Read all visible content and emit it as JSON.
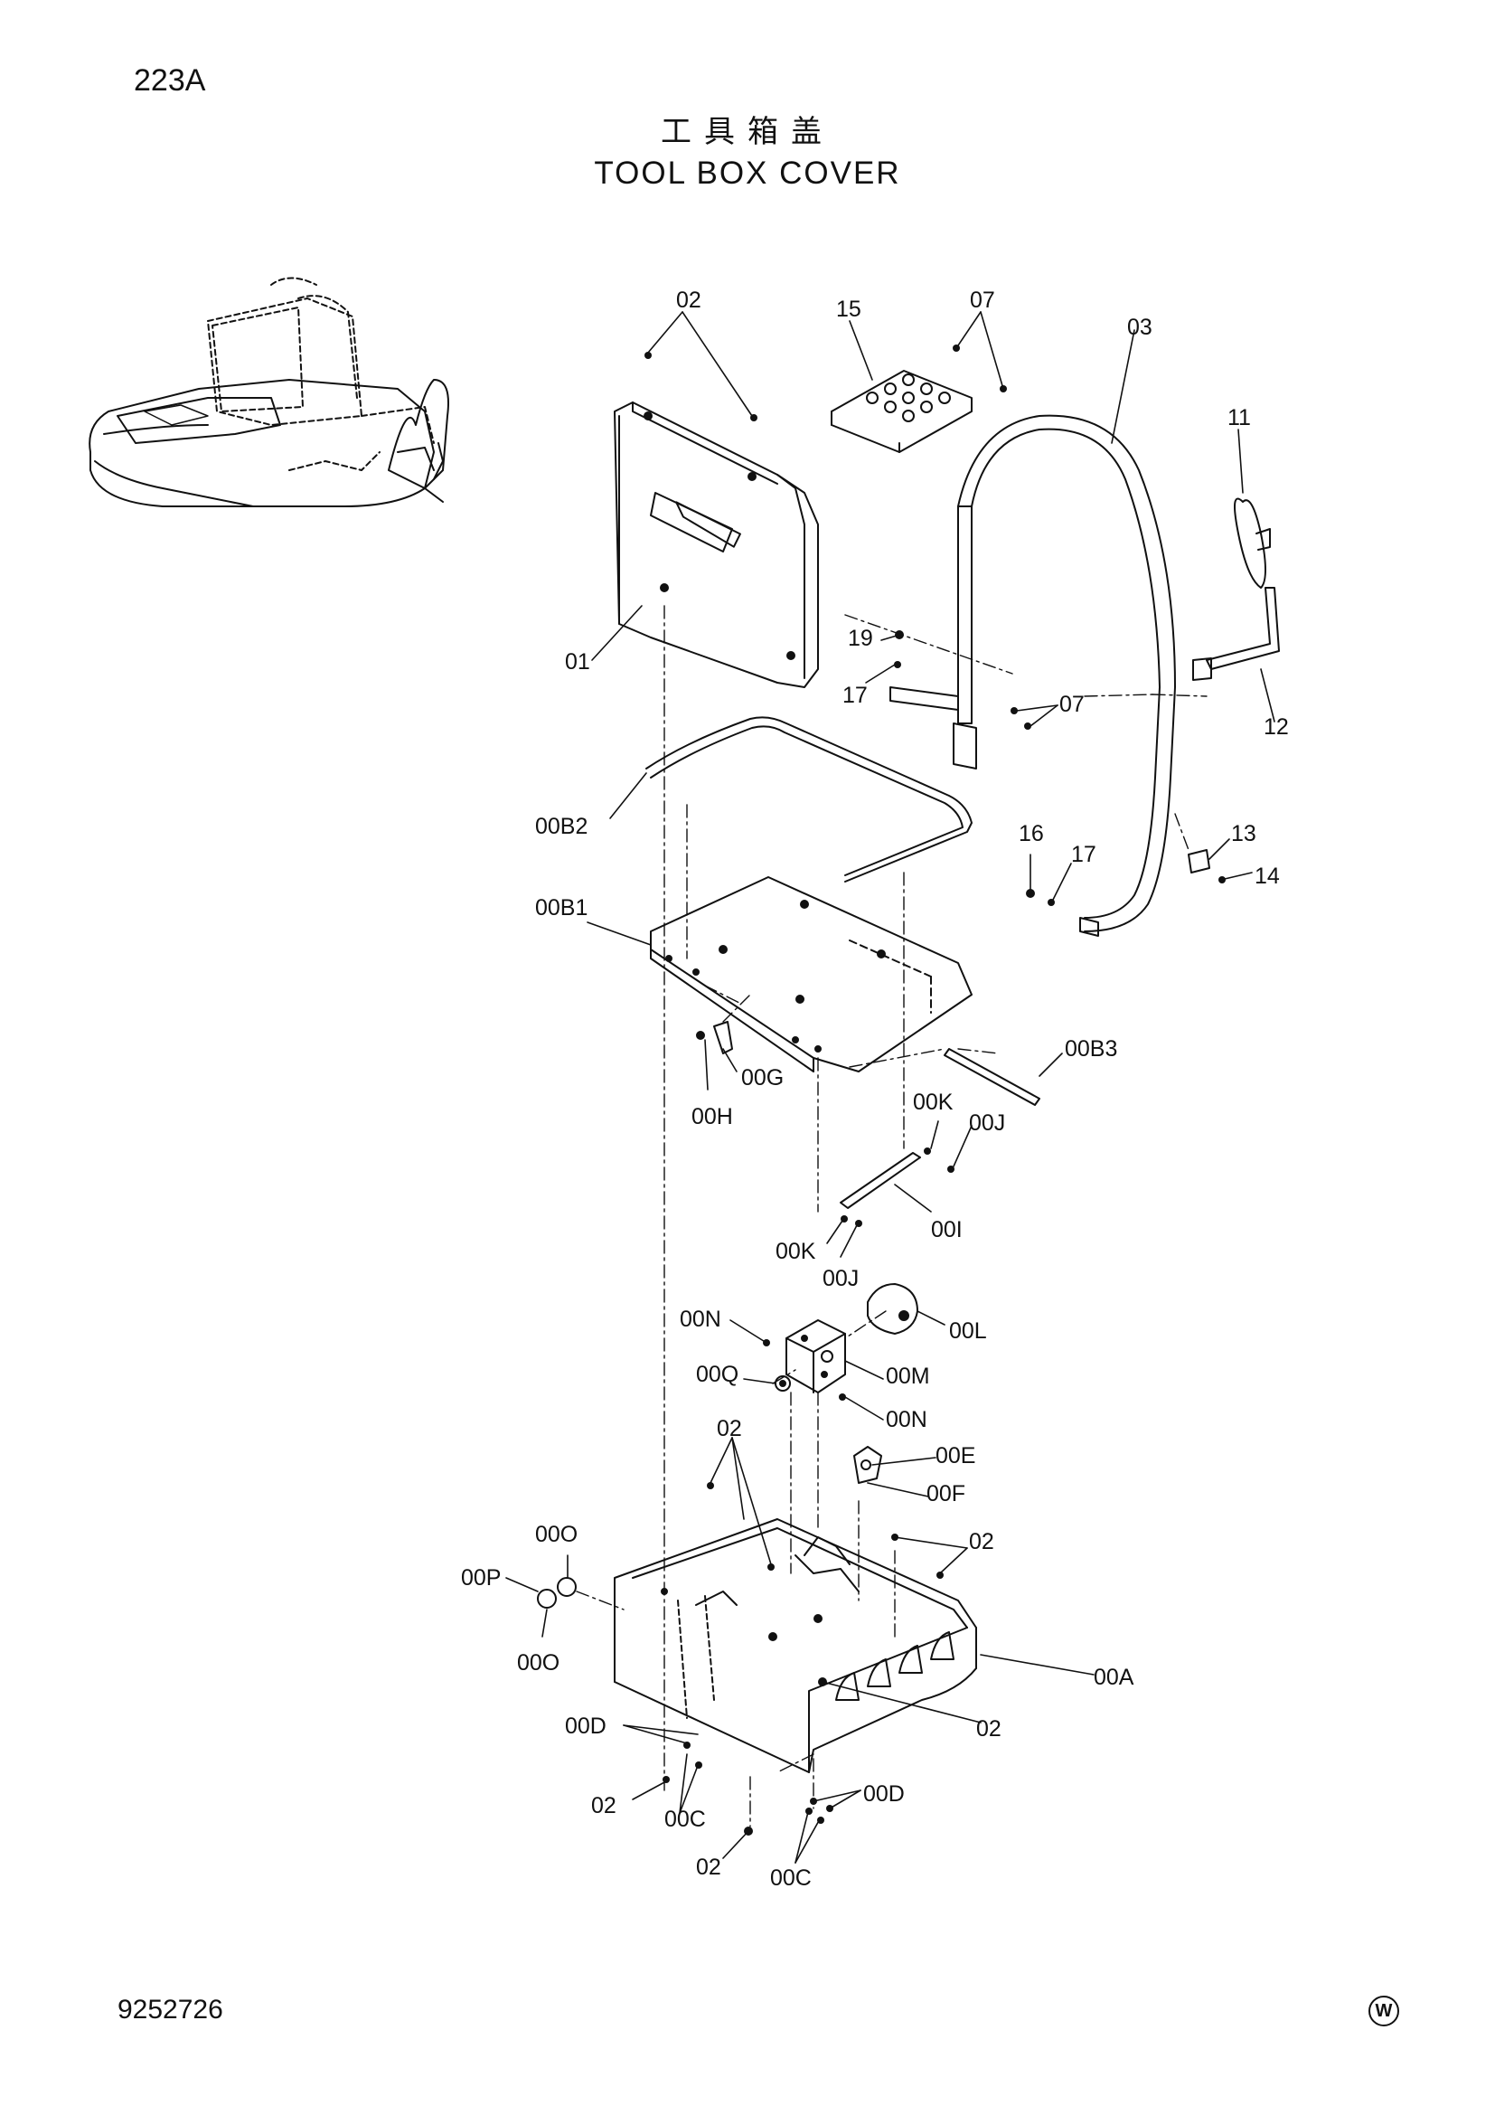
{
  "page_number": "223A",
  "title_cn": "工具箱盖",
  "title_en": "TOOL BOX COVER",
  "document_number": "9252726",
  "mark": "W",
  "callouts": {
    "c02a": "02",
    "c15": "15",
    "c07a": "07",
    "c03": "03",
    "c11": "11",
    "c01": "01",
    "c19": "19",
    "c17a": "17",
    "c07b": "07",
    "c12": "12",
    "c00B2": "00B2",
    "c16": "16",
    "c17b": "17",
    "c13": "13",
    "c14": "14",
    "c00B1": "00B1",
    "c00B3": "00B3",
    "c00G": "00G",
    "c00H": "00H",
    "c00K1": "00K",
    "c00J1": "00J",
    "c00I": "00I",
    "c00K2": "00K",
    "c00J2": "00J",
    "c00N1": "00N",
    "c00L": "00L",
    "c00Q": "00Q",
    "c00M": "00M",
    "c00N2": "00N",
    "c02b": "02",
    "c00E": "00E",
    "c00F": "00F",
    "c00O1": "00O",
    "c02c": "02",
    "c00P": "00P",
    "c00O2": "00O",
    "c00A": "00A",
    "c02d": "02",
    "c00D1": "00D",
    "c02e": "02",
    "c00C1": "00C",
    "c00D2": "00D",
    "c02f": "02",
    "c00C2": "00C"
  }
}
